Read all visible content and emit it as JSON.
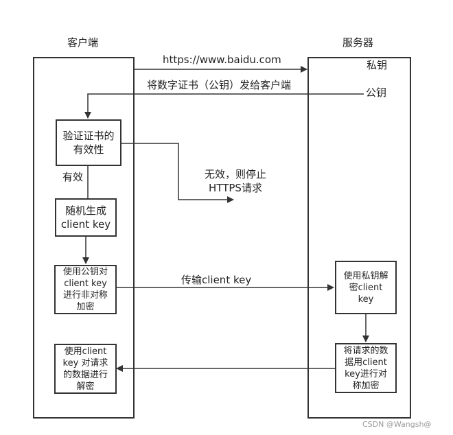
{
  "actors": {
    "client": "客户端",
    "server": "服务器"
  },
  "server_labels": {
    "private_key": "私钥",
    "public_key": "公钥"
  },
  "messages": {
    "request_url": "https://www.baidu.com",
    "send_certificate": "将数字证书（公钥）发给客户端",
    "invalid_stop": "无效，则停止\nHTTPS请求",
    "transmit_key": "传输client key",
    "valid": "有效"
  },
  "client_steps": {
    "verify_cert": "验证证书的\n有效性",
    "gen_key": "随机生成\nclient key",
    "encrypt_key": "使用公钥对\nclient key\n进行非对称\n加密",
    "decrypt_data": "使用client\nkey 对请求\n的数据进行\n解密"
  },
  "server_steps": {
    "decrypt_key": "使用私钥解\n密client\nkey",
    "encrypt_data": "将请求的数\n据用client\nkey进行对\n称加密"
  },
  "watermark": "CSDN @Wangsh@"
}
